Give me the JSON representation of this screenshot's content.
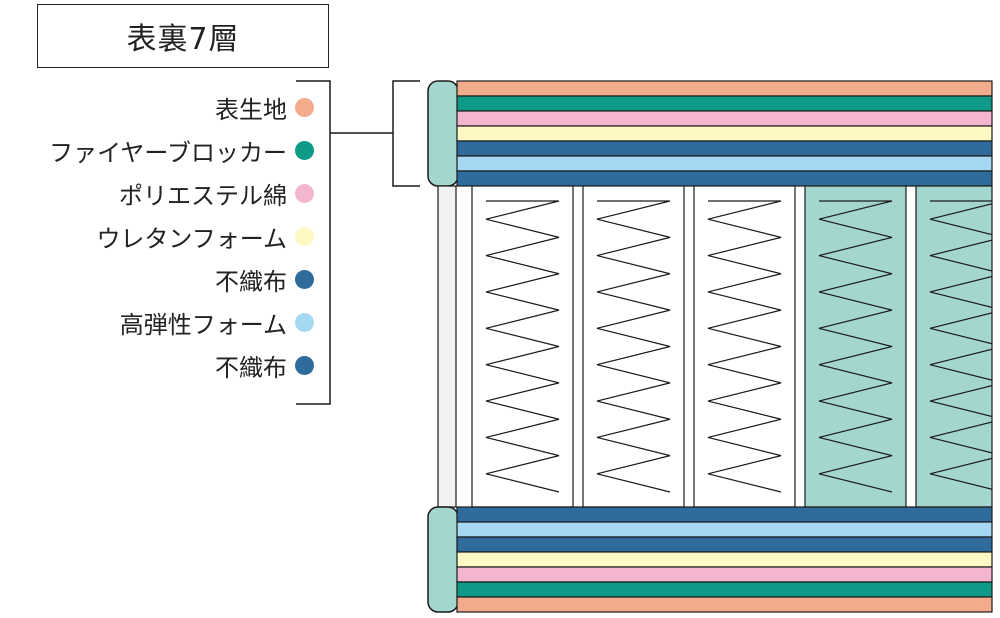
{
  "title": "表裏7層",
  "layers": [
    {
      "label": "表生地",
      "color": "#f2ab8b"
    },
    {
      "label": "ファイヤーブロッカー",
      "color": "#0e9a86"
    },
    {
      "label": "ポリエステル綿",
      "color": "#f4b6cf"
    },
    {
      "label": "ウレタンフォーム",
      "color": "#fdf8c4"
    },
    {
      "label": "不織布",
      "color": "#2f6b9b"
    },
    {
      "label": "高弾性フォーム",
      "color": "#a6d8f3"
    },
    {
      "label": "不織布",
      "color": "#2f6b9b"
    }
  ],
  "colors": {
    "outline": "#1a1a1a",
    "side_panel": "#a3d6cf",
    "spring_plain_fill": "#ffffff",
    "spring_teal_fill": "#a3d6cf",
    "gap_fill": "#f2f2f2"
  },
  "springs": {
    "pockets": 5,
    "teal_pockets": 2,
    "zigzag_peaks": 8
  }
}
